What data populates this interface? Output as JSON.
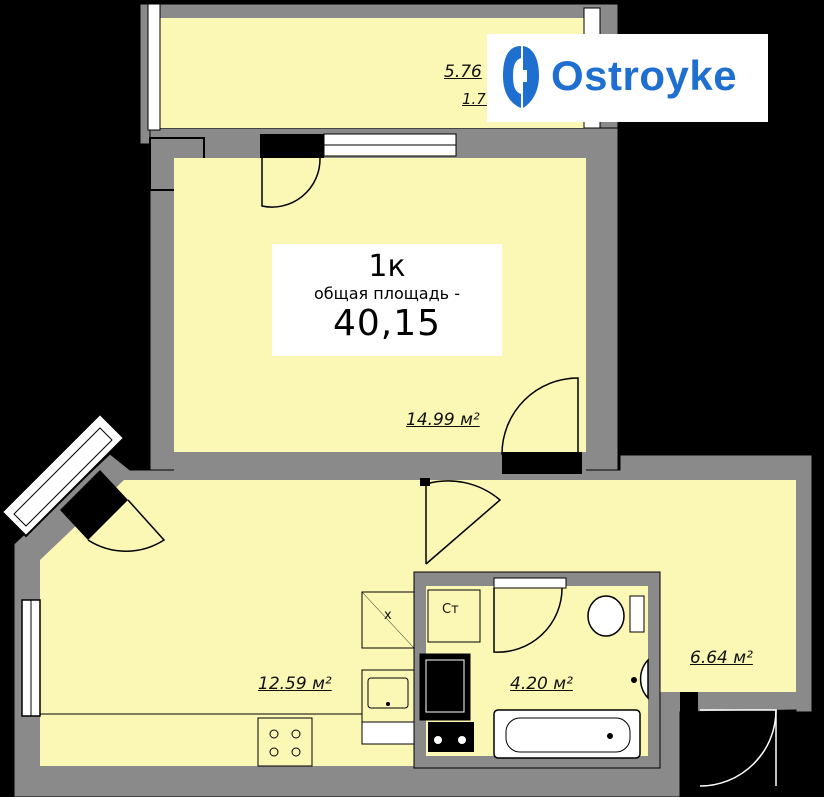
{
  "apartment": {
    "type_label": "1к",
    "total_area_caption": "общая площадь -",
    "total_area_value": "40,15"
  },
  "rooms": {
    "balcony_area": "5.76",
    "balcony_coef": "1.7.",
    "living_area": "14.99 м²",
    "kitchen_area": "12.59 м²",
    "bathroom_area": "4.20 м²",
    "hall_area": "6.64 м²"
  },
  "fixtures": {
    "washer_label": "Ст",
    "fridge_label": "х"
  },
  "logo": {
    "text": "Ostroyke",
    "color": "#1f6fd1"
  },
  "colors": {
    "floor": "#fbf7b4",
    "wall": "#8a8a8a",
    "background": "#000000"
  }
}
